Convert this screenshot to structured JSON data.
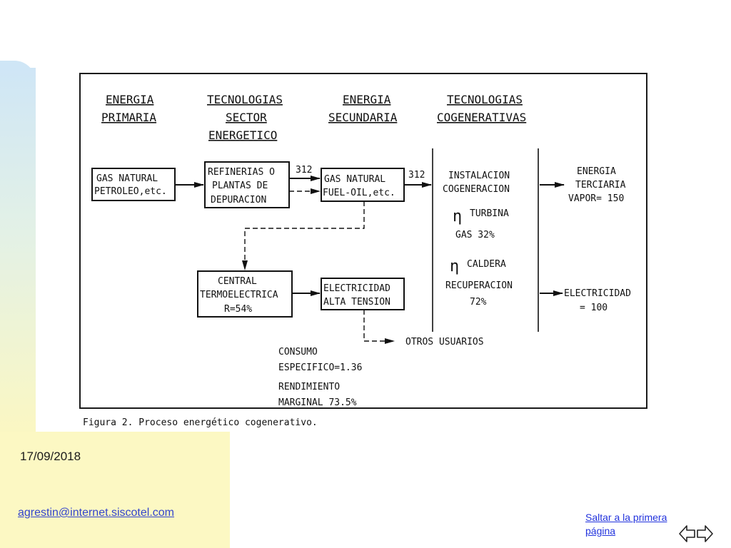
{
  "diagram": {
    "headers": {
      "primaria": [
        "ENERGIA",
        "PRIMARIA"
      ],
      "tecnologias_sector": [
        "TECNOLOGIAS",
        "SECTOR",
        "ENERGETICO"
      ],
      "secundaria": [
        "ENERGIA",
        "SECUNDARIA"
      ],
      "cogenerativas": [
        "TECNOLOGIAS",
        "COGENERATIVAS"
      ]
    },
    "boxes": {
      "gas_petroleo": [
        "GAS  NATURAL",
        "PETROLEO,etc."
      ],
      "refinerias": [
        "REFINERIAS O",
        "PLANTAS  DE",
        "DEPURACION"
      ],
      "gas_fuel": [
        "GAS NATURAL",
        "FUEL-OIL,etc."
      ],
      "central": [
        "CENTRAL",
        "TERMOELECTRICA",
        "R=54%"
      ],
      "electricidad_alta": [
        "ELECTRICIDAD",
        "ALTA  TENSION"
      ]
    },
    "flow_labels": {
      "a": "312",
      "b": "312"
    },
    "cogeneracion": {
      "instalacion": [
        "INSTALACION",
        "COGENERACION"
      ],
      "eta_symbol": "η",
      "turbina": "TURBINA",
      "gas": "GAS  32%",
      "caldera": "CALDERA",
      "recuperacion": "RECUPERACION",
      "recuperacion_pct": "72%"
    },
    "outputs": {
      "terciaria": [
        "ENERGIA",
        "TERCIARIA",
        "VAPOR=  150"
      ],
      "electricidad": [
        "ELECTRICIDAD",
        "=  100"
      ]
    },
    "otros_usuarios": "OTROS  USUARIOS",
    "consumo": [
      "CONSUMO",
      "ESPECIFICO=1.36"
    ],
    "rendimiento": [
      "RENDIMIENTO",
      "MARGINAL  73.5%"
    ],
    "caption": "Figura 2.  Proceso energético cogenerativo."
  },
  "footer": {
    "date": "17/09/2018",
    "email": "agrestin@internet.siscotel.com",
    "skip_link": "Saltar a la primera página"
  },
  "colors": {
    "link": "#3344cc",
    "corner": "#fcf8c3",
    "strip_top": "#cfe6f6"
  },
  "icons": {
    "nav_back": "arrow-left-icon",
    "nav_forward": "arrow-right-icon"
  }
}
